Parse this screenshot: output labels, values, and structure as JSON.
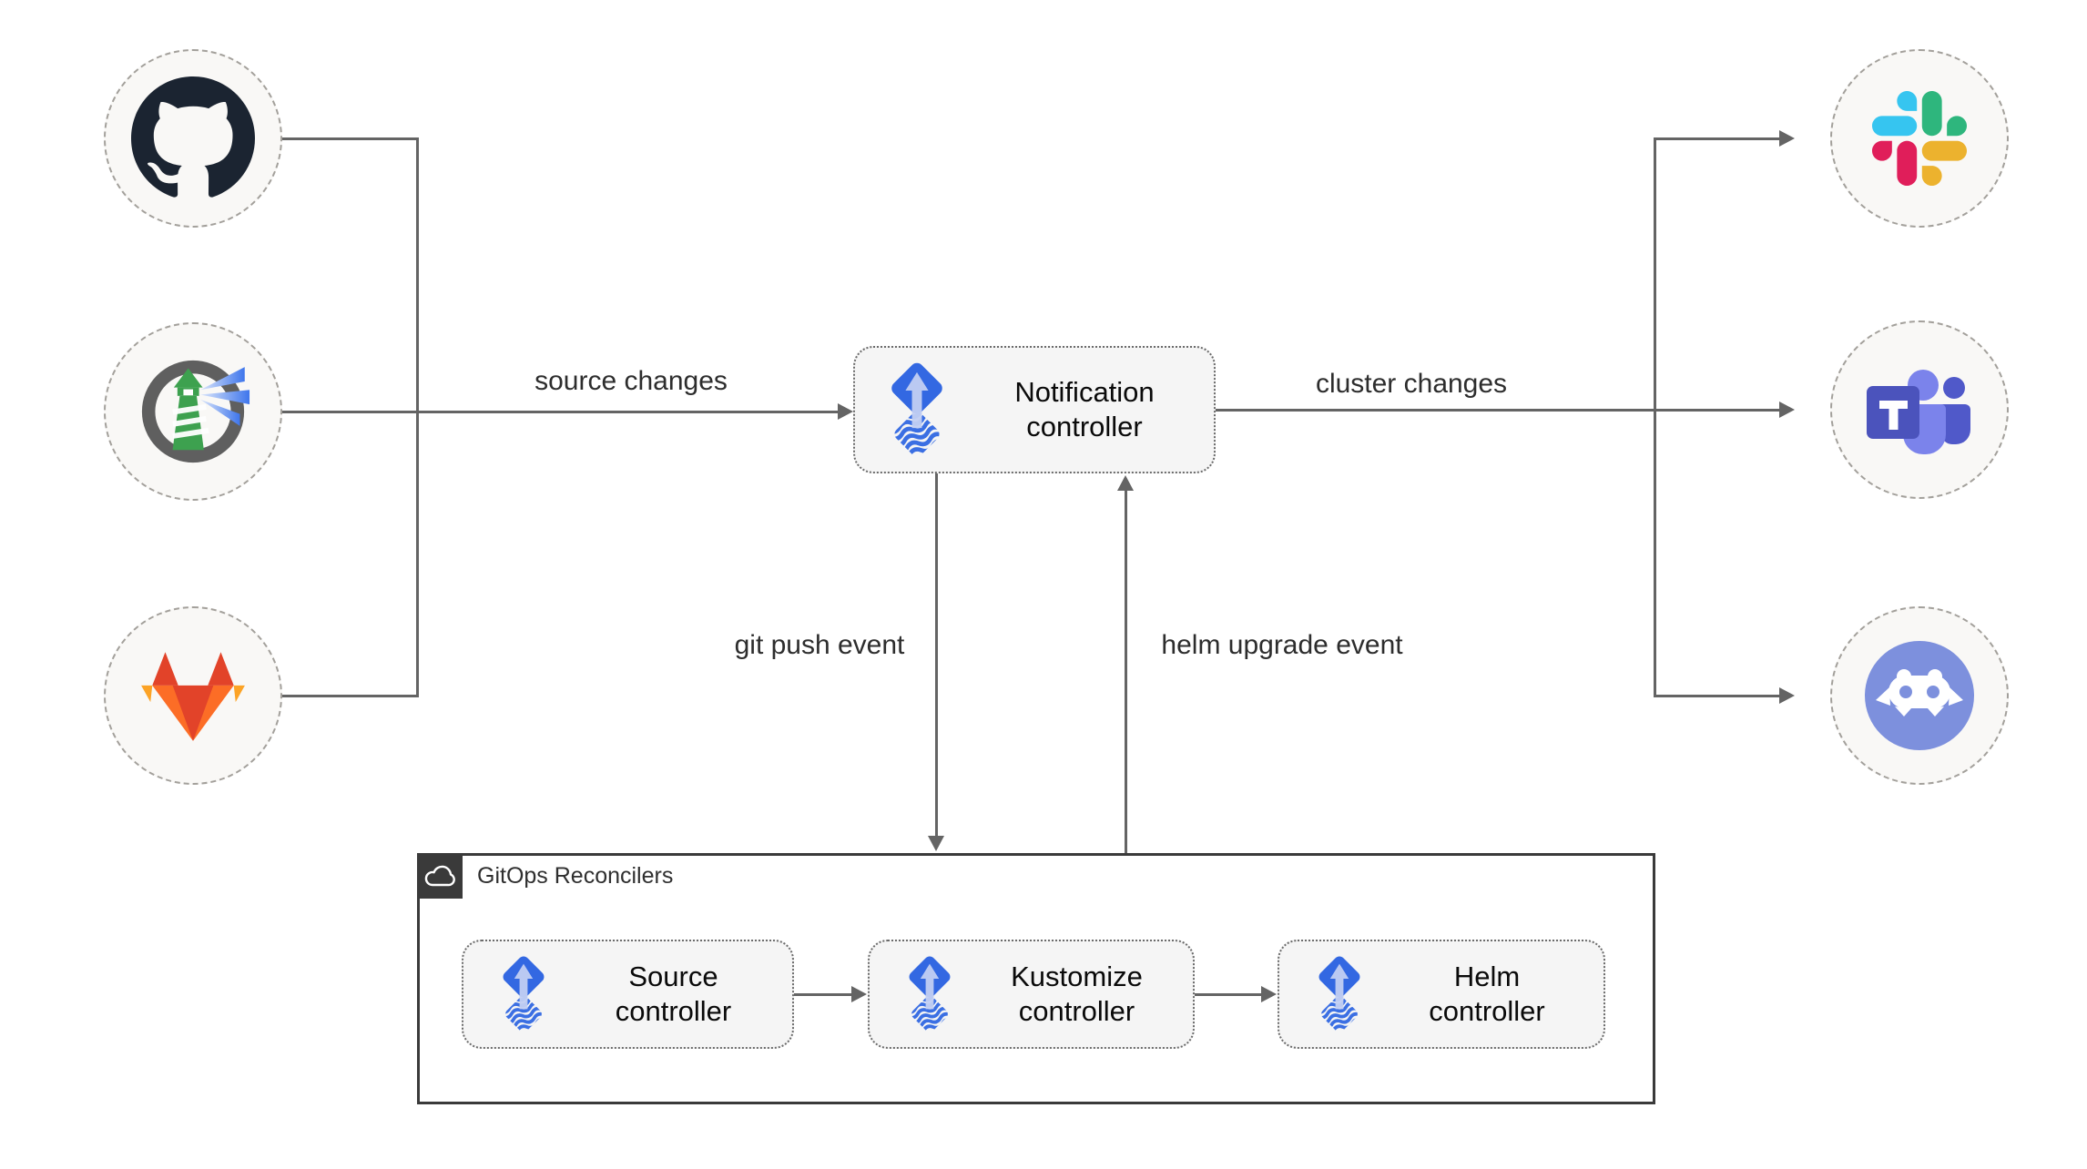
{
  "edge_labels": {
    "source_changes": "source changes",
    "cluster_changes": "cluster changes",
    "git_push_event": "git push event",
    "helm_upgrade_event": "helm upgrade event"
  },
  "notification_controller": {
    "icon": "flux-icon",
    "line1": "Notification",
    "line2": "controller"
  },
  "reconcilers": {
    "title": "GitOps Reconcilers",
    "badge_icon": "cloud-icon",
    "boxes": [
      {
        "icon": "flux-icon",
        "line1": "Source",
        "line2": "controller"
      },
      {
        "icon": "flux-icon",
        "line1": "Kustomize",
        "line2": "controller"
      },
      {
        "icon": "flux-icon",
        "line1": "Helm",
        "line2": "controller"
      }
    ]
  },
  "source_icons": [
    "github-icon",
    "harbor-icon",
    "gitlab-icon"
  ],
  "target_icons": [
    "slack-icon",
    "microsoft-teams-icon",
    "discord-icon"
  ],
  "colors": {
    "line": "#646464",
    "box_fill": "#f5f5f5",
    "box_border": "#6b6b6b",
    "container_border": "#3a3a3a",
    "circle_fill": "#f9f8f6",
    "circle_border": "#a3a09b",
    "flux_blue": "#3368e2",
    "flux_arrow_light": "#c2cff2",
    "github_dark": "#1b2431",
    "harbor_green": "#3da14f",
    "harbor_ring_gray": "#5f5f5f",
    "harbor_beam_blue": "#5b8cf0",
    "gitlab_red": "#e24329",
    "gitlab_orange": "#fc6d26",
    "gitlab_yellow": "#fca326",
    "slack_blue": "#36C5F0",
    "slack_green": "#2EB67D",
    "slack_yellow": "#ECB22E",
    "slack_red": "#E01E5A",
    "teams_purple": "#4b53bc",
    "teams_light_purple": "#7b83eb",
    "discord_blurple": "#7d90dd"
  }
}
